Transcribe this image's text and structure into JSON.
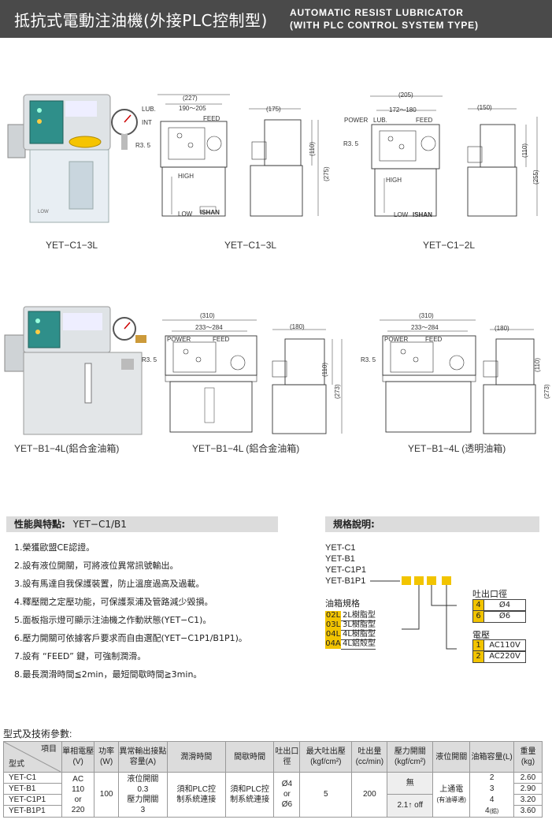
{
  "header": {
    "title_cn": "抵抗式電動注油機(外接PLC控制型)",
    "title_en_line1": "AUTOMATIC  RESIST  LUBRICATOR",
    "title_en_line2": "(WITH  PLC  CONTROL  SYSTEM  TYPE)"
  },
  "products_top": [
    {
      "label": "YET−C1−3L"
    },
    {
      "label": "YET−C1−3L"
    },
    {
      "label": "YET−C1−2L"
    }
  ],
  "products_bottom": [
    {
      "label": "YET−B1−4L(鋁合金油箱)"
    },
    {
      "label": "YET−B1−4L (鋁合金油箱)"
    },
    {
      "label": "YET−B1−4L (透明油箱)"
    }
  ],
  "drawing_text": {
    "d227": "(227)",
    "d190_205": "190～205",
    "d175": "(175)",
    "d205": "(205)",
    "d172_180": "172～180",
    "d150": "(150)",
    "d110": "(110)",
    "d275": "(275)",
    "d255": "(255)",
    "d310": "(310)",
    "d233_284": "233～284",
    "d180": "(180)",
    "d273": "(273)",
    "r35": "R3. 5",
    "lub": "LUB.",
    "int": "INT",
    "feed": "FEED",
    "power": "POWER",
    "high": "HIGH",
    "low": "LOW",
    "brand": "ISHAN"
  },
  "features": {
    "heading_label": "性能與特點:",
    "heading_model": "YET−C1/B1",
    "items": [
      "1.榮獲歐盟CE認證。",
      "2.設有液位開關，可將液位異常訊號輸出。",
      "3.設有馬達自我保護裝置，防止溫度過高及過載。",
      "4.釋壓閥之定壓功能，可保護泵浦及管路減少毀損。",
      "5.面板指示燈可顯示注油機之作動狀態(YET−C1)。",
      "6.壓力開關可依據客戶要求而自由選配(YET−C1P1/B1P1)。",
      "7.設有 “FEED” 鍵，可強制潤滑。",
      "8.最長潤滑時間≦2min，最短間歇時間≧3min。"
    ]
  },
  "spec": {
    "heading": "規格說明:",
    "models": [
      "YET-C1",
      "YET-B1",
      "YET-C1P1",
      "YET-B1P1"
    ],
    "tank_title": "油箱規格",
    "tanks": [
      {
        "code": "02L",
        "desc": "2L樹脂型"
      },
      {
        "code": "03L",
        "desc": "3L樹脂型"
      },
      {
        "code": "04L",
        "desc": "4L樹脂型"
      },
      {
        "code": "04A",
        "desc": "4L鋁殼型"
      }
    ],
    "outlet_title": "吐出口徑",
    "outlets": [
      {
        "code": "4",
        "desc": "Ø4"
      },
      {
        "code": "6",
        "desc": "Ø6"
      }
    ],
    "voltage_title": "電壓",
    "voltages": [
      {
        "code": "1",
        "desc": "AC110V"
      },
      {
        "code": "2",
        "desc": "AC220V"
      }
    ]
  },
  "table": {
    "caption": "型式及技術參數:",
    "headers": {
      "item": "項目",
      "model": "型式",
      "voltage": "單相電壓(V)",
      "power": "功率(W)",
      "alarm": "異常輸出接點容量(A)",
      "lube_time": "潤滑時間",
      "interval": "間歇時間",
      "outlet": "吐出口徑",
      "max_pressure": "最大吐出壓(kgf/cm²)",
      "output": "吐出量(cc/min)",
      "pressure_switch": "壓力開關(kgf/cm²)",
      "level_switch": "液位開關",
      "capacity": "油箱容量(L)",
      "weight": "重量(kg)"
    },
    "models": [
      "YET-C1",
      "YET-B1",
      "YET-C1P1",
      "YET-B1P1"
    ],
    "voltage_lines": [
      "AC",
      "110",
      "or",
      "220"
    ],
    "power": "100",
    "alarm_lines": [
      "液位開關",
      "0.3",
      "壓力開關",
      "3"
    ],
    "lube_time_lines": [
      "須和PLC控",
      "制系統連接"
    ],
    "interval_lines": [
      "須和PLC控",
      "制系統連接"
    ],
    "outlet_lines": [
      "Ø4",
      "or",
      "Ø6"
    ],
    "max_pressure": "5",
    "output": "200",
    "pressure_switch_top": "無",
    "pressure_switch_bottom": "2.1↑ off",
    "level_switch_lines": [
      "上通電",
      "(有油導通)"
    ],
    "capacities": [
      "2",
      "3",
      "4",
      "4"
    ],
    "capacity_note": "(鋁)",
    "weights": [
      "2.60",
      "2.90",
      "3.20",
      "3.60"
    ]
  }
}
